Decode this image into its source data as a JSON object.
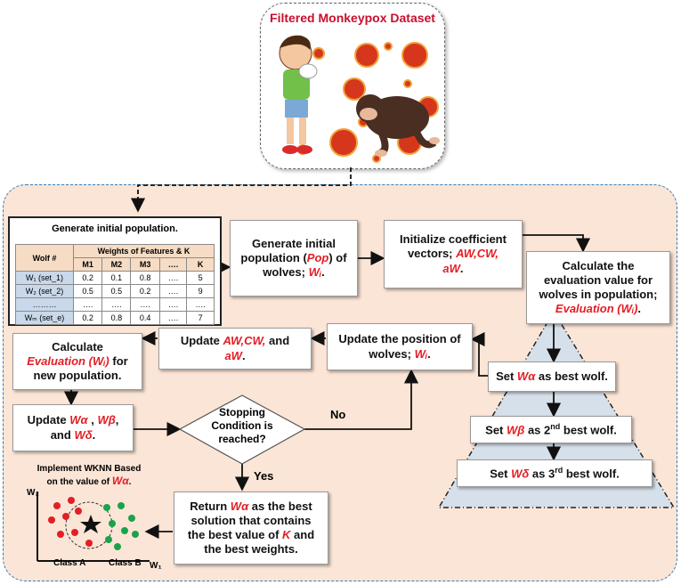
{
  "dataset": {
    "title": "Filtered Monkeypox Dataset"
  },
  "init_population": {
    "title": "Generate initial population.",
    "col_wolf": "Wolf #",
    "col_group": "Weights of Features & K",
    "cols": [
      "M1",
      "M2",
      "M3",
      "….",
      "K"
    ],
    "rows": [
      {
        "wolf": "W₁ (set_1)",
        "vals": [
          "0.2",
          "0.1",
          "0.8",
          "….",
          "5"
        ]
      },
      {
        "wolf": "W₂ (set_2)",
        "vals": [
          "0.5",
          "0.5",
          "0.2",
          "….",
          "9"
        ]
      },
      {
        "wolf": "………",
        "vals": [
          "….",
          "….",
          "….",
          "….",
          "…."
        ]
      },
      {
        "wolf": "Wₘ (set_e)",
        "vals": [
          "0.2",
          "0.8",
          "0.4",
          "….",
          "7"
        ]
      }
    ]
  },
  "gen_pop": {
    "l1": "Generate initial",
    "l2a": "population (",
    "pop": "Pop",
    "l2b": ") of",
    "l3a": "wolves; ",
    "wi": "Wᵢ",
    "l3b": "."
  },
  "init_coef": {
    "l1": "Initialize coefficient",
    "l2a": "vectors; ",
    "aw": "AW,CW,",
    "l3": "aW",
    "l3b": "."
  },
  "calc_eval": {
    "l1": "Calculate the",
    "l2": "evaluation value  for",
    "l3": "wolves in population;",
    "l4": "Evaluation (Wᵢ)",
    "l4b": "."
  },
  "best1": {
    "a": "Set ",
    "w": "Wα",
    "b": " as best wolf."
  },
  "best2": {
    "a": "Set ",
    "w": "Wβ",
    "b": " as 2",
    "sup": "nd",
    "c": " best wolf."
  },
  "best3": {
    "a": "Set ",
    "w": "Wδ",
    "b": " as 3",
    "sup": "rd",
    "c": " best wolf."
  },
  "update_pos": {
    "l1": "Update the position of",
    "l2a": "wolves; ",
    "wi": "Wᵢ",
    "l2b": "."
  },
  "update_aw": {
    "l1a": "Update ",
    "aw": "AW,CW,",
    "l1b": " and",
    "aw2": "aW",
    "l2b": "."
  },
  "calc_new": {
    "l1": "Calculate",
    "ev": "Evaluation (Wᵢ)",
    "l2b": " for",
    "l3": "new  population."
  },
  "update_w": {
    "a": "Update ",
    "wa": "Wα",
    "c1": " , ",
    "wb": "Wβ",
    "c2": ",",
    "and": "and ",
    "wd": "Wδ",
    "e": "."
  },
  "stop": {
    "l1": "Stopping",
    "l2": "Condition is",
    "l3": "reached?"
  },
  "no_label": "No",
  "yes_label": "Yes",
  "return_box": {
    "a": "Return ",
    "w": "Wα",
    "b": " as the best",
    "l2": "solution that contains",
    "l3a": "the best value of ",
    "k": "K",
    "l3b": " and",
    "l4": "the best weights."
  },
  "wknn": {
    "l1": "Implement WKNN Based",
    "l2a": "on the value of ",
    "w": "Wα",
    "l2b": ".",
    "y": "W₂",
    "x": "W₁",
    "a": "Class A",
    "b": "Class B"
  },
  "colors": {
    "panel": "#fbe5d6",
    "red": "#e31e24",
    "green": "#1aa34a",
    "triangle": "#d6e0ea"
  }
}
